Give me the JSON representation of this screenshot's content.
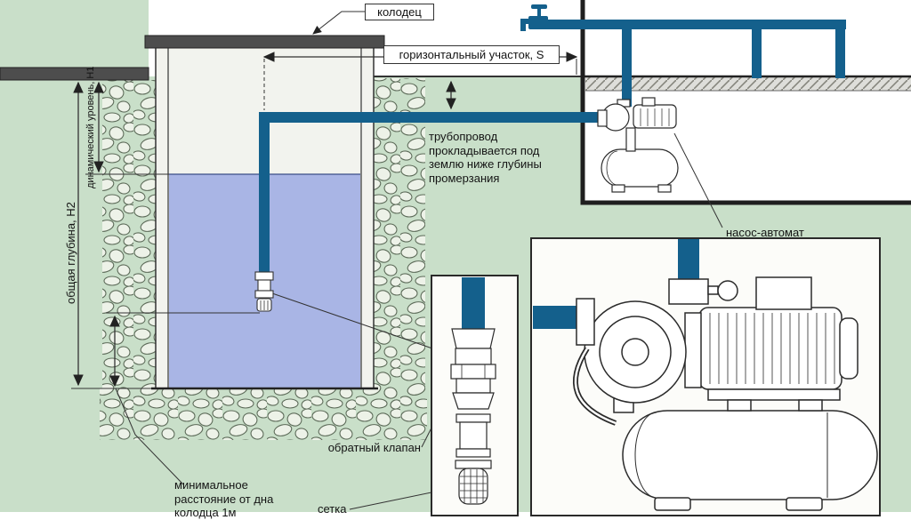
{
  "diagram": {
    "labels": {
      "well": "колодец",
      "horizontal_section": "горизонтальный участок, S",
      "pipeline_note": "трубопровод прокладывается под землю ниже глубины промерзания",
      "pump_station": "насос-автомат",
      "check_valve": "обратный клапан",
      "strainer": "сетка",
      "min_distance": "минимальное расстояние от дна колодца 1м",
      "total_depth": "общая глубина, H2",
      "dynamic_level": "динамический уровень, H1"
    },
    "colors": {
      "ground_green": "#c9dfc9",
      "sky_white": "#ffffff",
      "water_blue": "#a9b5e5",
      "pipe_blue": "#14608c",
      "cap_gray": "#4d4d4d",
      "line_dark": "#2b2b2b",
      "panel_white": "#fcfcf9"
    }
  }
}
